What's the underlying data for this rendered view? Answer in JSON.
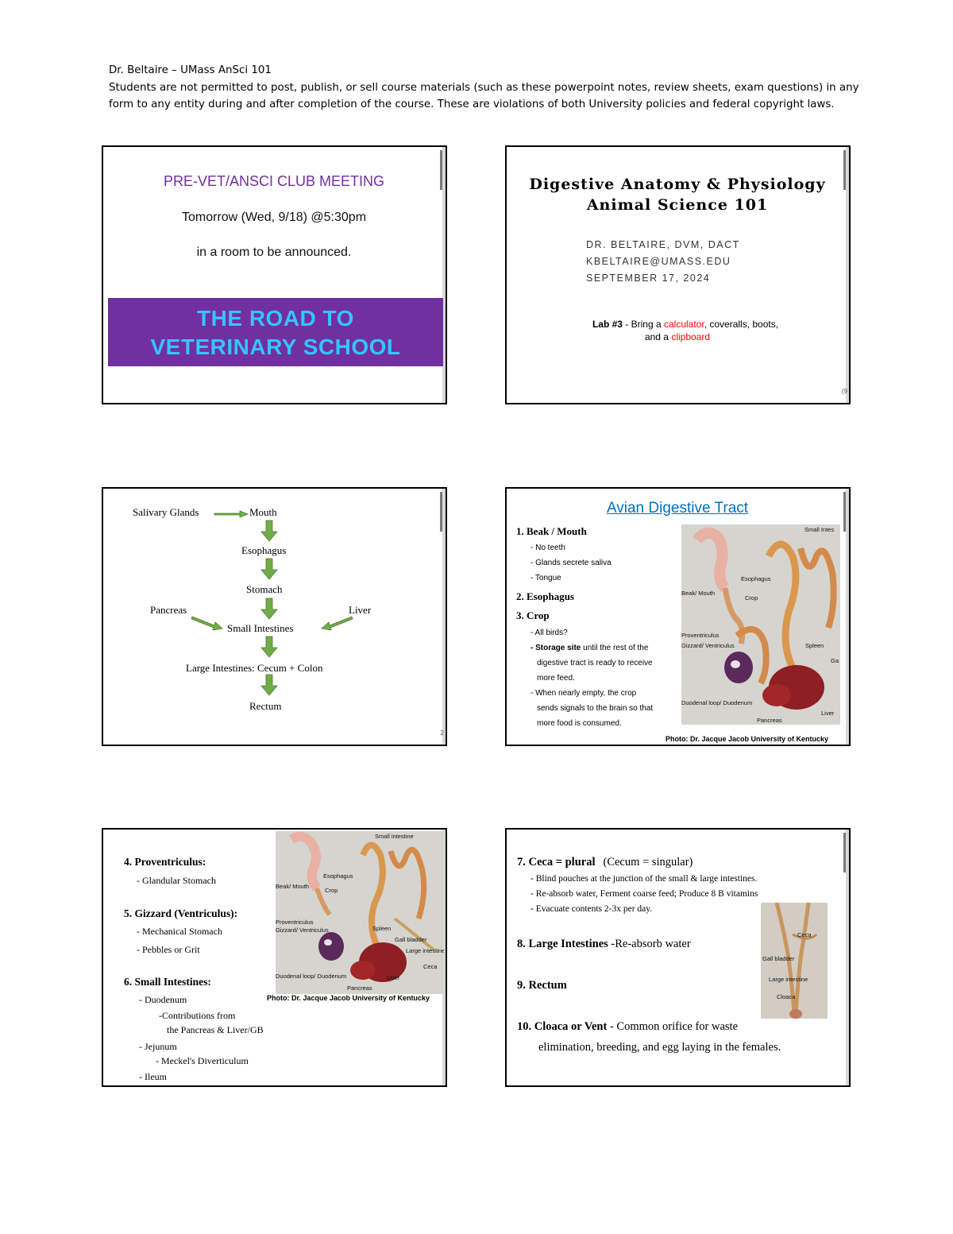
{
  "header": {
    "line1": "Dr. Beltaire – UMass AnSci 101",
    "notice": "Students are not permitted to post, publish, or sell course materials (such as these powerpoint notes, review sheets, exam questions) in any form to any entity during and after completion of the course. These are violations of both University policies and federal copyright laws."
  },
  "slide1": {
    "title": "PRE-VET/ANSCI CLUB MEETING",
    "line1": "Tomorrow (Wed, 9/18)  @5:30pm",
    "line2": "in a room to be announced.",
    "banner_line1": "THE ROAD TO",
    "banner_line2": "VETERINARY SCHOOL"
  },
  "slide2": {
    "title1": "Digestive Anatomy & Physiology",
    "title2": "Animal Science 101",
    "sub1": "DR. BELTAIRE, DVM, DACT",
    "sub2": "KBELTAIRE@UMASS.EDU",
    "sub3": "SEPTEMBER 17, 2024",
    "lab_bold": "Lab #3",
    "lab_a": " - Bring a ",
    "lab_calc": "calculator",
    "lab_b": ", coveralls, boots,",
    "lab_c": "and a ",
    "lab_clip": "clipboard",
    "pgnum": "(9"
  },
  "slide3": {
    "salivary": "Salivary Glands",
    "mouth": "Mouth",
    "esophagus": "Esophagus",
    "stomach": "Stomach",
    "pancreas": "Pancreas",
    "liver": "Liver",
    "small": "Small Intestines",
    "large": "Large Intestines: Cecum + Colon",
    "rectum": "Rectum",
    "pgnum": "2"
  },
  "slide4": {
    "title": "Avian Digestive Tract",
    "h1": "1. Beak / Mouth",
    "b1": [
      "- No teeth",
      "- Glands secrete saliva",
      "- Tongue"
    ],
    "h2": "2. Esophagus",
    "h3": "3. Crop",
    "b3a": "- All birds?",
    "b3b_bold": "- Storage site",
    "b3b_rest": " until the rest of the",
    "b3c": "digestive tract is ready to receive",
    "b3d": "more feed.",
    "b3e": "- When nearly empty, the crop",
    "b3f": "sends signals to the brain so that",
    "b3g": "more food is consumed.",
    "photo_caption": "Photo: Dr. Jacque Jacob  University of Kentucky",
    "labels": {
      "small_int": "Small Intes",
      "esophagus": "Esophagus",
      "beak": "Beak/ Mouth",
      "crop": "Crop",
      "proventriculus": "Proventriculus",
      "gizzard": "Gizzard/ Ventriculus",
      "spleen": "Spleen",
      "ga": "Ga",
      "duodenal": "Duodenal loop/ Duodenum",
      "liver": "Liver",
      "pancreas": "Pancreas"
    }
  },
  "slide5": {
    "h4": "4. Proventriculus:",
    "b4": "- Glandular Stomach",
    "h5": "5. Gizzard (Ventriculus):",
    "b5a": "- Mechanical Stomach",
    "b5b": "- Pebbles or Grit",
    "h6": "6. Small Intestines:",
    "b6a": "- Duodenum",
    "b6b": "-Contributions from",
    "b6c": "the Pancreas & Liver/GB",
    "b6d": "- Jejunum",
    "b6e": "- Meckel's Diverticulum",
    "b6f": "- Ileum",
    "photo_caption": "Photo: Dr. Jacque Jacob  University of Kentucky",
    "labels": {
      "small": "Small intestine",
      "esophagus": "Esophagus",
      "beak": "Beak/ Mouth",
      "crop": "Crop",
      "provent": "Proventriculus",
      "gizzard": "Gizzard/ Ventriculus",
      "spleen": "Spleen",
      "gb": "Gall bladder",
      "large": "Large intestine",
      "ceca": "Ceca",
      "duod": "Duodenal loop/ Duodenum",
      "liver": "Liver",
      "pancreas": "Pancreas"
    }
  },
  "slide6": {
    "h7_bold": "7. Ceca = plural",
    "h7_rest": "(Cecum = singular)",
    "b7a": "- Blind pouches at the junction of the small & large intestines.",
    "b7b": "- Re-absorb water, Ferment coarse feed; Produce 8 B vitamins",
    "b7c": "- Evacuate contents 2-3x per day.",
    "h8_bold": "8. Large Intestines",
    "h8_rest": " -Re-absorb water",
    "h9": "9. Rectum",
    "h10_bold": "10. Cloaca or Vent",
    "h10_rest": " - Common orifice for waste",
    "h10_line2": "elimination, breeding, and egg laying in the females.",
    "labels": {
      "ceca": "Ceca",
      "gb": "Gall bladder",
      "large": "Large intestine",
      "cloaca": "Cloaca"
    }
  },
  "colors": {
    "purple": "#7030a0",
    "cyan": "#34c4ff",
    "blue": "#0070c0",
    "red": "#ff0000",
    "arrow_green": "#70ad47"
  }
}
